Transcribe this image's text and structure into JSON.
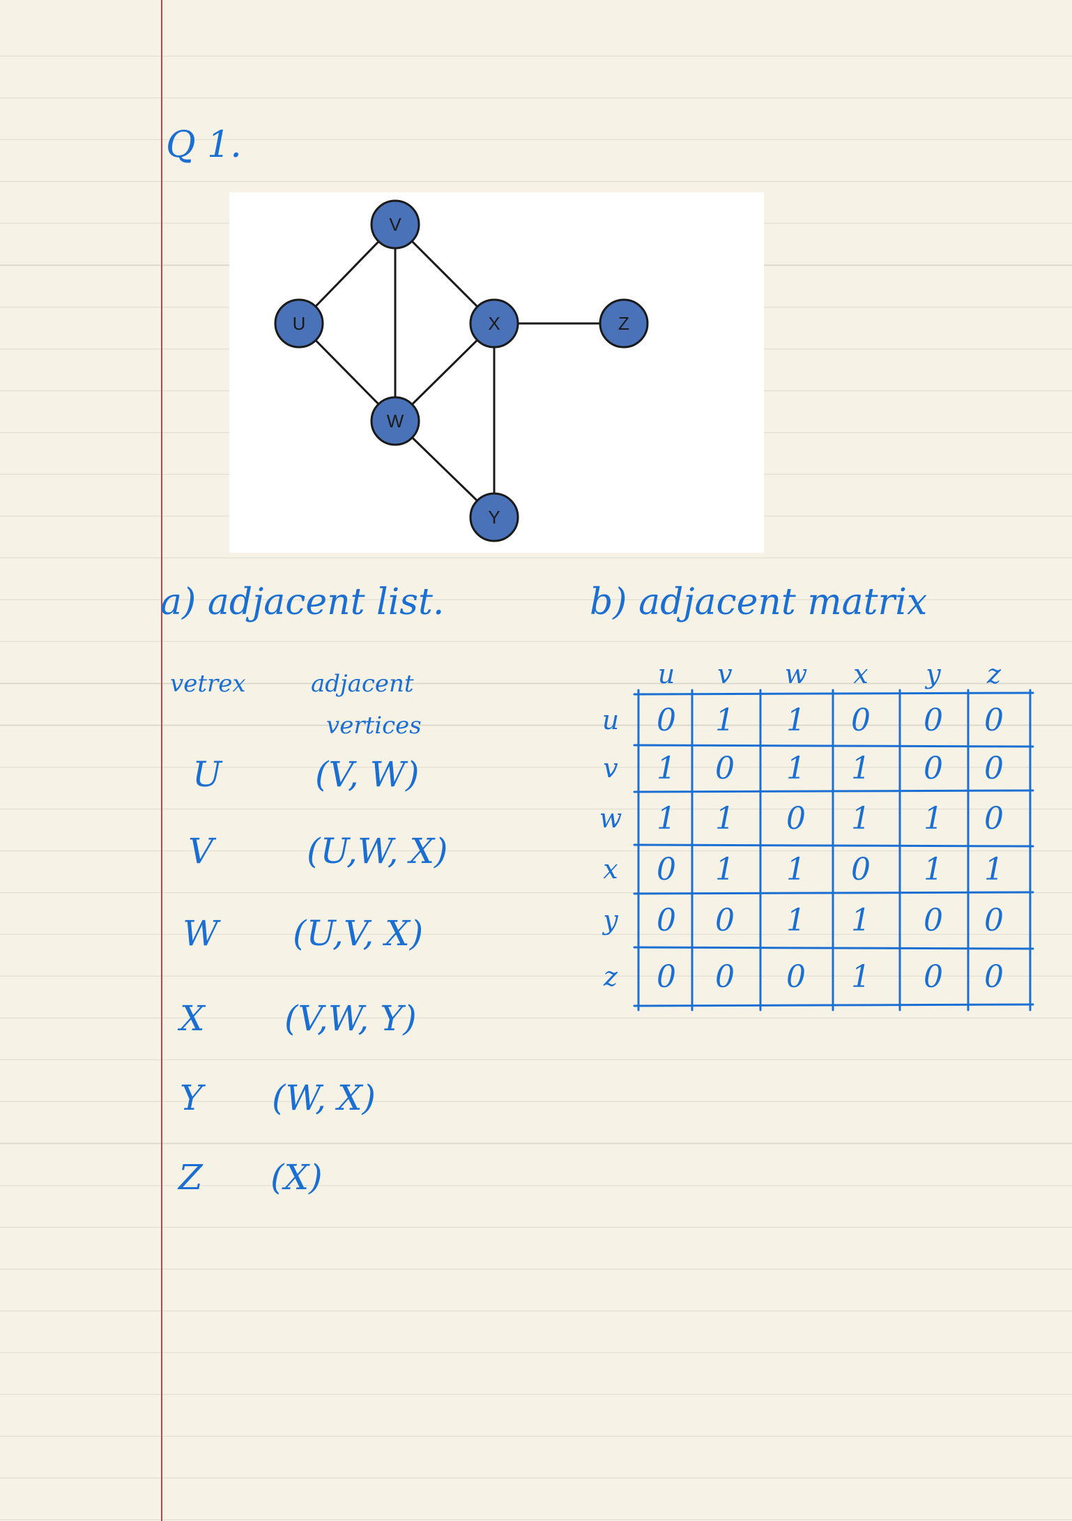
{
  "question": {
    "title": "Q 1."
  },
  "graph": {
    "nodes": [
      "V",
      "U",
      "X",
      "Z",
      "W",
      "Y"
    ],
    "edges": [
      [
        "U",
        "V"
      ],
      [
        "U",
        "W"
      ],
      [
        "V",
        "W"
      ],
      [
        "V",
        "X"
      ],
      [
        "X",
        "W"
      ],
      [
        "X",
        "Z"
      ],
      [
        "X",
        "Y"
      ],
      [
        "W",
        "Y"
      ]
    ],
    "colors": {
      "node_fill": "#4a72b8",
      "node_stroke": "#1a1a1a",
      "edge": "#1a1a1a",
      "label": "#1a1a1a"
    }
  },
  "adjacency_list": {
    "heading": "a) adjacent list.",
    "col_vertex": "vetrex",
    "col_adjacent_line1": "adjacent",
    "col_adjacent_line2": "vertices",
    "rows": [
      {
        "vertex": "U",
        "adjacent": "(V, W)"
      },
      {
        "vertex": "V",
        "adjacent": "(U,W, X)"
      },
      {
        "vertex": "W",
        "adjacent": "(U,V, X)"
      },
      {
        "vertex": "X",
        "adjacent": "(V,W, Y)"
      },
      {
        "vertex": "Y",
        "adjacent": "(W, X)"
      },
      {
        "vertex": "Z",
        "adjacent": "(X)"
      }
    ]
  },
  "adjacency_matrix": {
    "heading": "b) adjacent matrix",
    "col_labels": [
      "u",
      "v",
      "w",
      "x",
      "y",
      "z"
    ],
    "row_labels": [
      "u",
      "v",
      "w",
      "x",
      "y",
      "z"
    ],
    "values": [
      [
        "0",
        "1",
        "1",
        "0",
        "0",
        "0"
      ],
      [
        "1",
        "0",
        "1",
        "1",
        "0",
        "0"
      ],
      [
        "1",
        "1",
        "0",
        "1",
        "1",
        "0"
      ],
      [
        "0",
        "1",
        "1",
        "0",
        "1",
        "1"
      ],
      [
        "0",
        "0",
        "1",
        "1",
        "0",
        "0"
      ],
      [
        "0",
        "0",
        "0",
        "1",
        "0",
        "0"
      ]
    ]
  },
  "colors": {
    "ink": "#1c6fd2",
    "margin": "#c0444f"
  }
}
